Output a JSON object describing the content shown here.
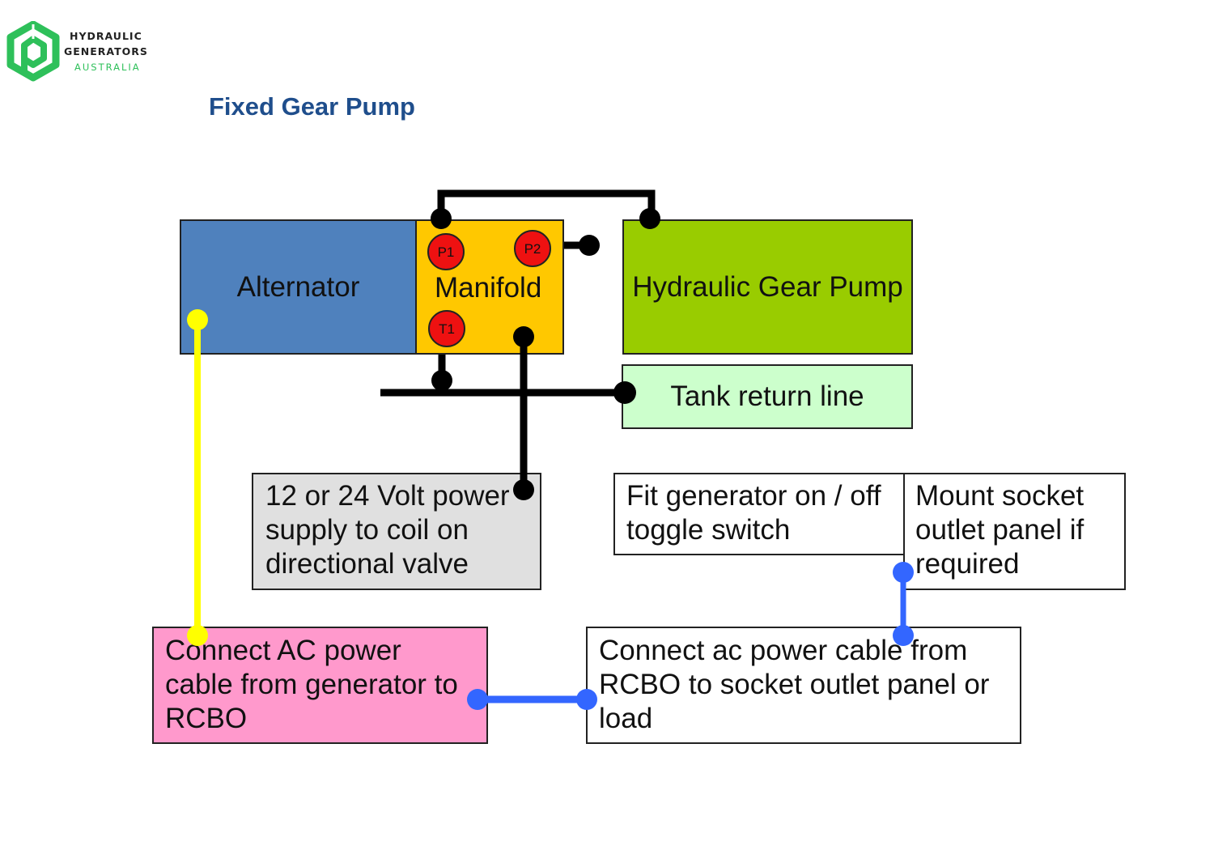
{
  "brand": {
    "line1": "HYDRAULIC",
    "line2": "GENERATORS",
    "line3": "AUSTRALIA",
    "logo_icon": "hexagon-p-logo-icon",
    "primary_color": "#2ec05a",
    "text_color": "#222222"
  },
  "title": "Fixed Gear Pump",
  "title_color": "#1f4e8c",
  "components": {
    "alternator": {
      "label": "Alternator",
      "color": "#4f81bd"
    },
    "manifold": {
      "label": "Manifold",
      "color": "#ffc800",
      "ports": [
        {
          "label": "P1",
          "color": "#ee1111"
        },
        {
          "label": "P2",
          "color": "#ee1111"
        },
        {
          "label": "T1",
          "color": "#ee1111"
        }
      ]
    },
    "pump": {
      "label": "Hydraulic Gear Pump",
      "color": "#99cc00"
    },
    "tank": {
      "label": "Tank return line",
      "color": "#ccffcc"
    },
    "coil": {
      "lines": [
        "12 or 24 Volt power",
        "supply to coil on",
        "directional valve"
      ],
      "color": "#e0e0e0"
    },
    "toggle": {
      "lines": [
        "Fit generator on / off",
        "toggle switch"
      ],
      "color": "#ffffff"
    },
    "socket": {
      "lines": [
        "Mount socket",
        "outlet panel if",
        "required"
      ],
      "color": "#ffffff"
    },
    "ac_power": {
      "lines": [
        "Connect AC power",
        "cable from generator to",
        "RCBO"
      ],
      "color": "#ff99cc"
    },
    "rcbo": {
      "lines": [
        "Connect ac power cable from",
        "RCBO to socket outlet panel or",
        "load"
      ],
      "color": "#ffffff"
    }
  },
  "connections": {
    "hydraulic_line_color": "#000000",
    "electric_ac_line_color": "#ffff00",
    "ac_cable_color": "#3366ff"
  }
}
